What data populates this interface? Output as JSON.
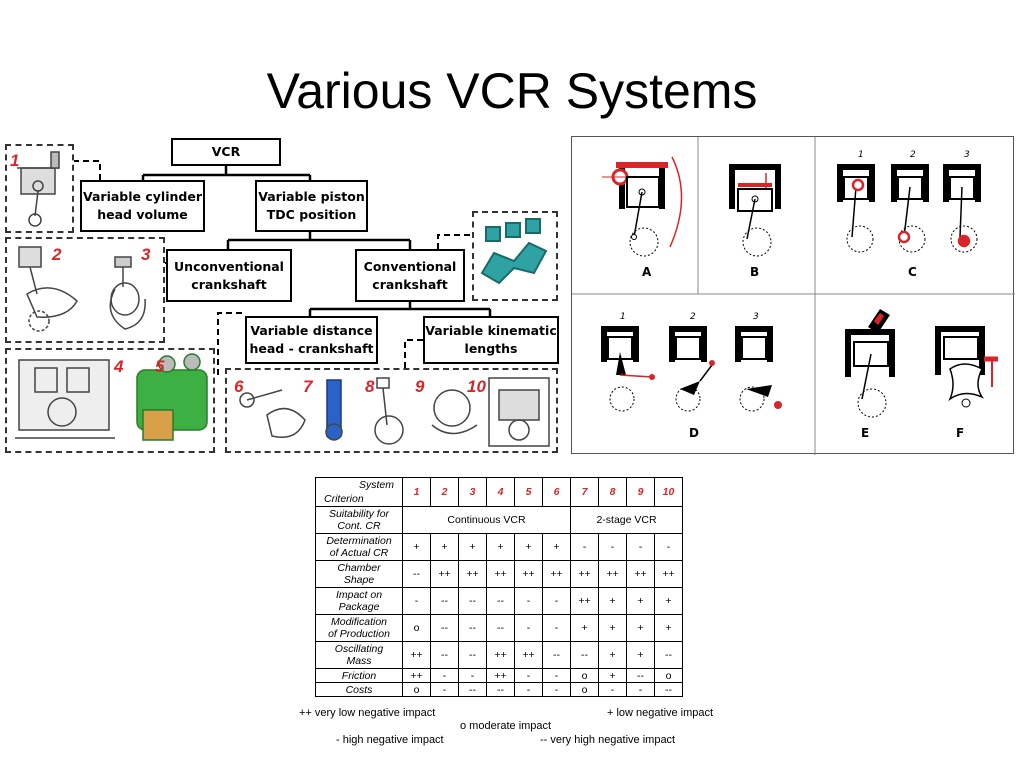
{
  "title": "Various VCR Systems",
  "tree": {
    "root": "VCR",
    "level1": [
      "Variable cylinder head volume",
      "Variable piston TDC position"
    ],
    "level2": [
      "Unconventional crankshaft",
      "Conventional crankshaft"
    ],
    "level3": [
      "Variable distance head - crankshaft",
      "Variable kinematic lengths"
    ],
    "numbers": [
      "1",
      "2",
      "3",
      "4",
      "5",
      "6",
      "7",
      "8",
      "9",
      "10"
    ]
  },
  "mechanisms": {
    "labels": [
      "A",
      "B",
      "C",
      "D",
      "E",
      "F"
    ],
    "c_sub": [
      "1",
      "2",
      "3"
    ],
    "d_sub": [
      "1",
      "2",
      "3"
    ]
  },
  "table": {
    "corner_top": "System",
    "corner_bottom": "Criterion",
    "systems": [
      "1",
      "2",
      "3",
      "4",
      "5",
      "6",
      "7",
      "8",
      "9",
      "10"
    ],
    "rows": [
      {
        "label": [
          "Suitability for",
          "Cont. CR"
        ],
        "merged": [
          "Continuous VCR",
          "2-stage VCR"
        ]
      },
      {
        "label": [
          "Determination",
          "of Actual CR"
        ],
        "cells": [
          "+",
          "+",
          "+",
          "+",
          "+",
          "+",
          "-",
          "-",
          "-",
          "-"
        ]
      },
      {
        "label": [
          "Chamber",
          "Shape"
        ],
        "cells": [
          "--",
          "++",
          "++",
          "++",
          "++",
          "++",
          "++",
          "++",
          "++",
          "++"
        ]
      },
      {
        "label": [
          "Impact on",
          "Package"
        ],
        "cells": [
          "-",
          "--",
          "--",
          "--",
          "-",
          "-",
          "++",
          "+",
          "+",
          "+"
        ]
      },
      {
        "label": [
          "Modification",
          "of Production"
        ],
        "cells": [
          "o",
          "--",
          "--",
          "--",
          "-",
          "-",
          "+",
          "+",
          "+",
          "+"
        ]
      },
      {
        "label": [
          "Oscillating",
          "Mass"
        ],
        "cells": [
          "++",
          "--",
          "--",
          "++",
          "++",
          "--",
          "--",
          "+",
          "+",
          "--"
        ]
      },
      {
        "label": [
          "Friction"
        ],
        "cells": [
          "++",
          "-",
          "-",
          "++",
          "-",
          "-",
          "o",
          "+",
          "--",
          "o"
        ]
      },
      {
        "label": [
          "Costs"
        ],
        "cells": [
          "o",
          "-",
          "--",
          "--",
          "-",
          "-",
          "o",
          "-",
          "-",
          "--"
        ]
      }
    ]
  },
  "legend": {
    "very_low": "++ very low negative impact",
    "low": "+ low negative impact",
    "moderate": "o moderate impact",
    "high": "- high negative impact",
    "very_high": "-- very high negative impact"
  }
}
